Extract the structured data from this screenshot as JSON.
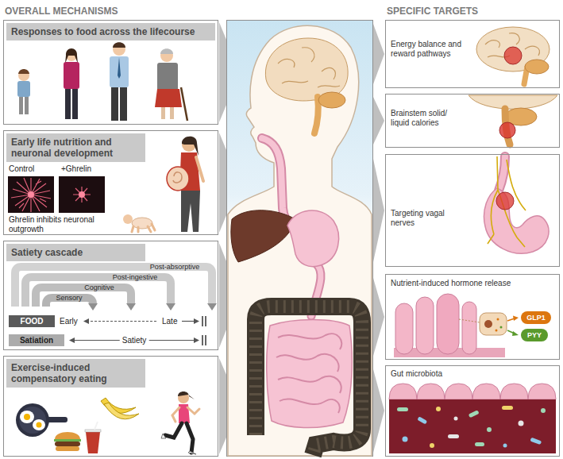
{
  "diagram": {
    "nodes": [
      {
        "text": [
          "Responses to food across the lifecourse"
        ]
      },
      {
        "text": [
          "Early life nutrition and neuronal development",
          "Control",
          "+Ghrelin",
          "Ghrelin inhibits neuronal outgrowth"
        ]
      },
      {
        "text": [
          "Satiety cascade",
          "Sensory",
          "Cognitive",
          "Post-ingestive",
          "Post-absorptive",
          "Early",
          "Late",
          "Satiety"
        ]
      },
      {
        "text": [
          "FOOD"
        ],
        "in": 2
      },
      {
        "text": [
          "Satiation"
        ],
        "in": 2
      },
      {
        "text": [
          "Exercise-induced compensatory eating"
        ]
      },
      {
        "text": [
          "Energy balance and reward pathways"
        ]
      },
      {
        "text": [
          "Brainstem solid/ liquid calories"
        ]
      },
      {
        "text": [
          "Targeting vagal nerves"
        ]
      },
      {
        "text": [
          "Nutrient-induced hormone release"
        ]
      },
      {
        "text": [
          "GLP1"
        ],
        "in": 9
      },
      {
        "text": [
          "PYY"
        ],
        "in": 9
      },
      {
        "text": [
          "Gut microbiota"
        ]
      }
    ],
    "labels": [
      "OVERALL MECHANISMS",
      "SPECIFIC TARGETS"
    ]
  }
}
